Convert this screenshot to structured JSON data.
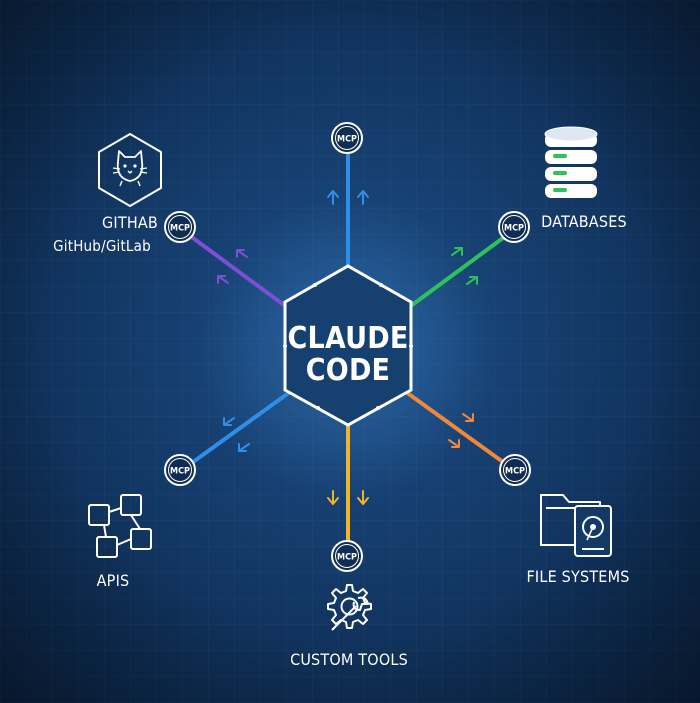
{
  "center": {
    "line1": "CLAUDE",
    "line2": "CODE"
  },
  "mcp_label": "MCP",
  "nodes": {
    "github": {
      "label": "GITHAB",
      "sublabel": "GitHub/GitLab",
      "color": "#7b4fd6",
      "icon": "cat-icon"
    },
    "top": {
      "color": "#2f8fe8"
    },
    "databases": {
      "label": "DATABASES",
      "color": "#2fc25b",
      "icon": "database-icon"
    },
    "apis": {
      "label": "APIS",
      "color": "#2f8fe8",
      "icon": "blocks-icon"
    },
    "custom_tools": {
      "label": "CUSTOM TOOLS",
      "color": "#f0b429",
      "icon": "gear-wrench-icon"
    },
    "file_systems": {
      "label": "FILE SYSTEMS",
      "color": "#f0873a",
      "icon": "folder-drive-icon"
    }
  }
}
